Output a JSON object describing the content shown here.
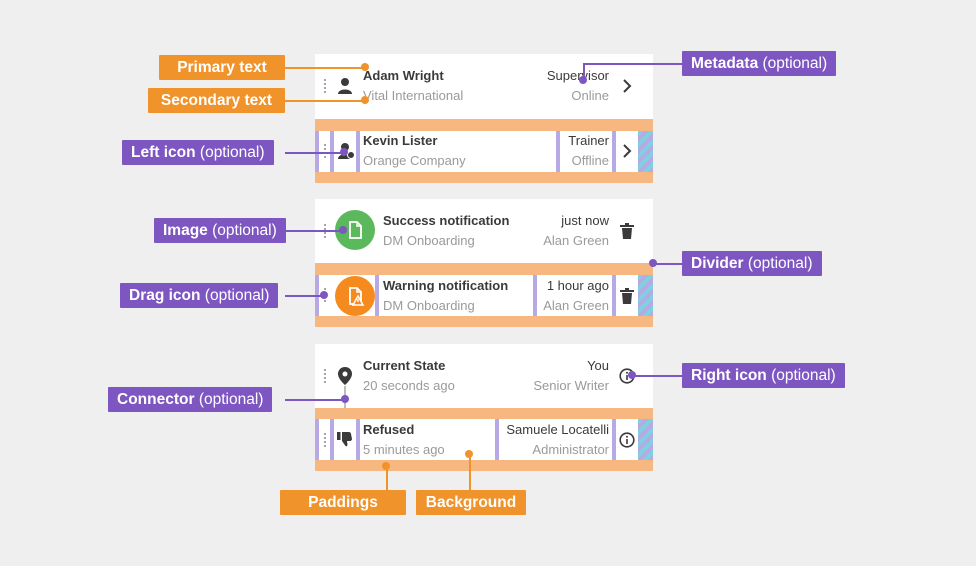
{
  "items": [
    {
      "primary": "Adam Wright",
      "secondary": "Vital International",
      "meta1": "Supervisor",
      "meta2": "Online"
    },
    {
      "primary": "Kevin Lister",
      "secondary": "Orange Company",
      "meta1": "Trainer",
      "meta2": "Offline"
    },
    {
      "primary": "Success notification",
      "secondary": "DM Onboarding",
      "meta1": "just now",
      "meta2": "Alan Green"
    },
    {
      "primary": "Warning notification",
      "secondary": "DM Onboarding",
      "meta1": "1 hour ago",
      "meta2": "Alan Green"
    },
    {
      "primary": "Current State",
      "secondary": "20 seconds ago",
      "meta1": "You",
      "meta2": "Senior Writer"
    },
    {
      "primary": "Refused",
      "secondary": "5 minutes ago",
      "meta1": "Samuele Locatelli",
      "meta2": "Administrator"
    }
  ],
  "labels": {
    "primary_text": "Primary text",
    "secondary_text": "Secondary text",
    "metadata": {
      "name": "Metadata",
      "opt": "(optional)"
    },
    "left_icon": {
      "name": "Left icon",
      "opt": "(optional)"
    },
    "image": {
      "name": "Image",
      "opt": "(optional)"
    },
    "divider": {
      "name": "Divider",
      "opt": "(optional)"
    },
    "drag_icon": {
      "name": "Drag icon",
      "opt": "(optional)"
    },
    "right_icon": {
      "name": "Right icon",
      "opt": "(optional)"
    },
    "connector": {
      "name": "Connector",
      "opt": "(optional)"
    },
    "paddings": "Paddings",
    "background": "Background"
  },
  "colors": {
    "orange": "#f0932b",
    "purple": "#7e56c2",
    "padding": "#f6b780",
    "success": "#5cb85c",
    "warning": "#f58a1f"
  },
  "icons": [
    "person-icon",
    "person-badge-icon",
    "chevron-right-icon",
    "file-icon",
    "file-warning-icon",
    "trash-icon",
    "location-pin-icon",
    "thumbs-down-icon",
    "info-icon",
    "drag-handle-icon"
  ]
}
